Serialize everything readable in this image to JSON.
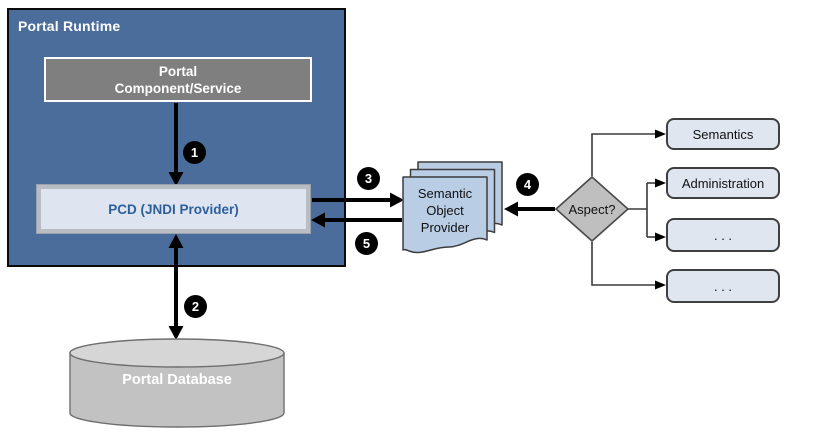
{
  "diagram": {
    "runtime": {
      "title": "Portal Runtime"
    },
    "component_box": {
      "line1": "Portal",
      "line2": "Component/Service"
    },
    "pcd_box": {
      "label": "PCD (JNDI Provider)"
    },
    "database": {
      "label": "Portal Database"
    },
    "semantic_object_provider": {
      "label": "Semantic Object Provider"
    },
    "aspect_diamond": {
      "label": "Aspect?"
    },
    "aspect_boxes": [
      {
        "label": "Semantics"
      },
      {
        "label": "Administration"
      },
      {
        "label": ". . ."
      },
      {
        "label": ". . ."
      }
    ],
    "steps": [
      "1",
      "2",
      "3",
      "4",
      "5"
    ],
    "colors": {
      "runtime_background": "#4b6d9c",
      "component_background": "#7f7f7f",
      "pcd_fill": "#dee5f1",
      "pcd_border": "#b8bdc4",
      "pcd_text": "#2d5f98",
      "document_fill": "#b9cde5",
      "option_box_fill": "#dfe6f0",
      "diamond_fill": "#bfbfbf",
      "cylinder_body": "#c2c2c2",
      "cylinder_top": "#d6d6d6",
      "step_badge": "#000000",
      "arrow": "#000000"
    }
  }
}
